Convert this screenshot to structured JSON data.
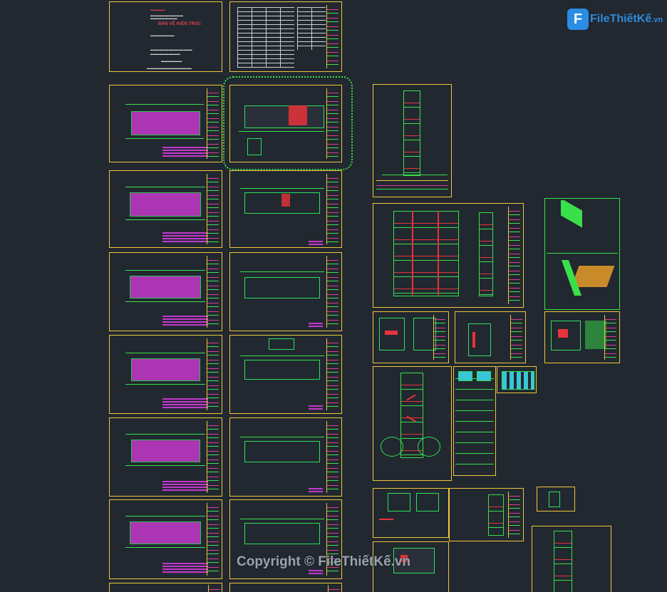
{
  "watermark": {
    "logo_letter": "F",
    "logo_text": "FileThiếtKế",
    "logo_suffix": ".vn",
    "copyright": "Copyright © FileThiếtKế.vn"
  },
  "cover_sheet": {
    "red_title": "BẢN VẼ KIẾN TRÚC"
  },
  "colors": {
    "background": "#212830",
    "frame": "#f2c53d",
    "cad_green": "#39e04a",
    "cad_magenta": "#c438c9",
    "cad_red": "#e7333a",
    "logo_blue": "#2e8ad8"
  },
  "icons": {
    "logo": "filethietke-logo-icon"
  }
}
